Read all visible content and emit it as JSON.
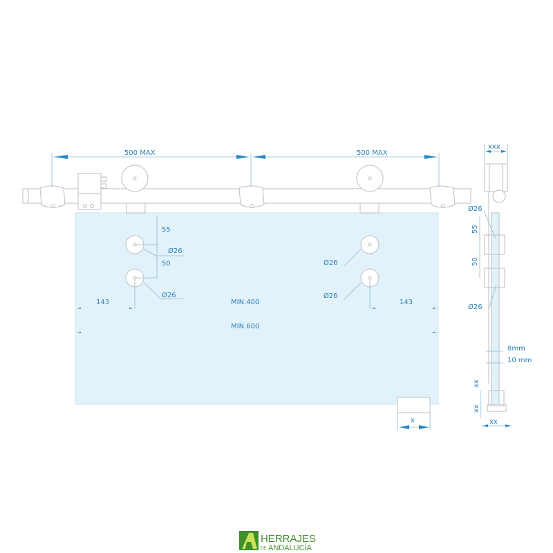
{
  "front_view": {
    "top_dim_left": "500 MAX",
    "top_dim_right": "500 MAX",
    "dim_55": "55",
    "dim_50": "50",
    "hole_top_left": "Ø26",
    "hole_bottom_left": "Ø26",
    "hole_top_right": "Ø26",
    "hole_bottom_right": "Ø26",
    "edge_left": "143",
    "edge_right": "143",
    "min_400": "MIN.400",
    "min_600": "MIN.600",
    "guide_dim": "x"
  },
  "side_view": {
    "top_width": "xxx",
    "hole_top": "Ø26",
    "hole_bottom": "Ø26",
    "dim_55": "55",
    "dim_50": "50",
    "glass_8": "8mm",
    "glass_10": "10 mm",
    "guide_h1": "xx",
    "guide_h2": "xx",
    "guide_w": "xx"
  },
  "logo": {
    "line1": "HERRAJES",
    "line2_prefix": "DE",
    "line2": "ANDALUCÍA",
    "brand_color": "#3f8f2a"
  },
  "colors": {
    "glass": "#e2f2fb",
    "dimension": "#2b7fb3"
  }
}
